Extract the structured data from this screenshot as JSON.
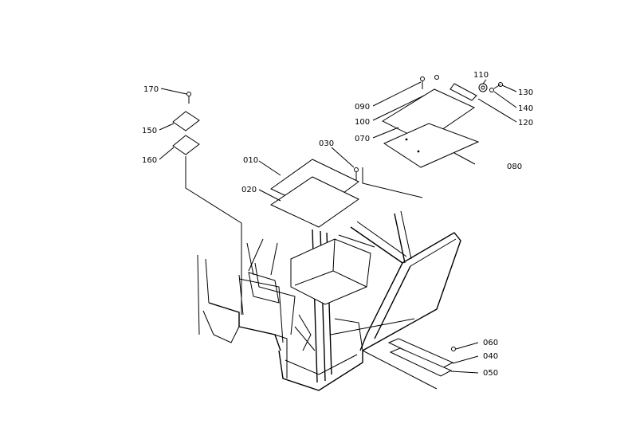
{
  "part_labels": {
    "p010": "010",
    "p020": "020",
    "p030": "030",
    "p040": "040",
    "p050": "050",
    "p060": "060",
    "p070": "070",
    "p080": "080",
    "p090": "090",
    "p100": "100",
    "p110": "110",
    "p120": "120",
    "p130": "130",
    "p140": "140",
    "p150": "150",
    "p160": "160",
    "p170": "170"
  }
}
